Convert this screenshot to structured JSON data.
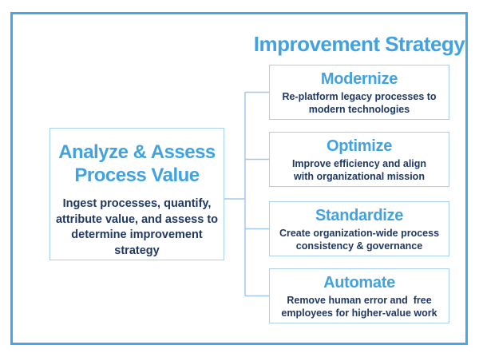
{
  "diagram": {
    "title": "Improvement Strategy",
    "source_box": {
      "title": "Analyze & Assess\nProcess Value",
      "description": "Ingest processes, quantify,\nattribute value, and assess to\ndetermine improvement strategy"
    },
    "strategies": [
      {
        "title": "Modernize",
        "description": "Re-platform legacy processes to\nmodern technologies"
      },
      {
        "title": "Optimize",
        "description": "Improve efficiency and align\nwith organizational mission"
      },
      {
        "title": "Standardize",
        "description": "Create organization-wide process\nconsistency & governance"
      },
      {
        "title": "Automate",
        "description": "Remove human error and  free\nemployees for higher-value work"
      }
    ],
    "colors": {
      "accent_blue": "#41A2E1",
      "navy_text": "#1F3864",
      "frame_border": "#45A6E8",
      "box_border": "#A9D0EE",
      "connector_line": "#A0C8EC"
    }
  }
}
